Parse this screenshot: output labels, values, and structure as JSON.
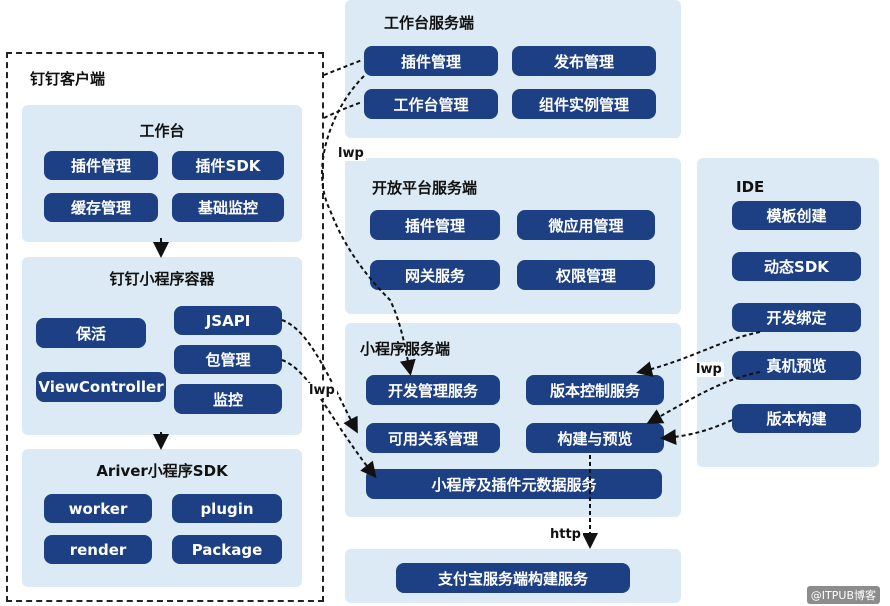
{
  "client": {
    "title": "钉钉客户端",
    "workbench": {
      "title": "工作台",
      "items": [
        "插件管理",
        "插件SDK",
        "缓存管理",
        "基础监控"
      ]
    },
    "container": {
      "title": "钉钉小程序容器",
      "items": [
        "保活",
        "JSAPI",
        "包管理",
        "ViewController",
        "监控"
      ]
    },
    "sdk": {
      "title": "Ariver小程序SDK",
      "items": [
        "worker",
        "plugin",
        "render",
        "Package"
      ]
    }
  },
  "workbench_server": {
    "title": "工作台服务端",
    "items": [
      "插件管理",
      "发布管理",
      "工作台管理",
      "组件实例管理"
    ]
  },
  "open_platform": {
    "title": "开放平台服务端",
    "items": [
      "插件管理",
      "微应用管理",
      "网关服务",
      "权限管理"
    ]
  },
  "mini_server": {
    "title": "小程序服务端",
    "items": [
      "开发管理服务",
      "版本控制服务",
      "可用关系管理",
      "构建与预览",
      "小程序及插件元数据服务"
    ]
  },
  "ide": {
    "title": "IDE",
    "items": [
      "模板创建",
      "动态SDK",
      "开发绑定",
      "真机预览",
      "版本构建"
    ]
  },
  "alipay": {
    "label": "支付宝服务端构建服务"
  },
  "edges": {
    "lwp1": "lwp",
    "lwp2": "lwp",
    "lwp3": "lwp",
    "http": "http"
  },
  "watermark": "@ITPUB博客",
  "colors": {
    "panel": "#dbeaf4",
    "button": "#1d3f84",
    "arrow": "#111111"
  }
}
